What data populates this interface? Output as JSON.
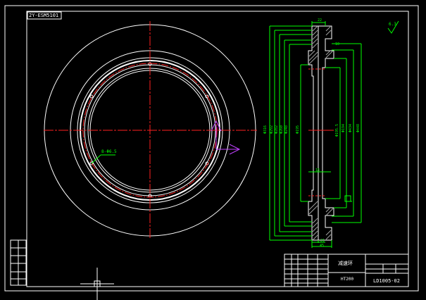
{
  "drawing": {
    "sheet_label": "2Y-ESM5101",
    "part_name": "减速环",
    "material": "HT200",
    "drawing_number": "LD1005-02",
    "roughness_symbol": "6.3",
    "hole_note": "8-Φ6.5"
  },
  "section_dimensions": {
    "left_diameters": [
      "Φ316",
      "Φ292",
      "Φ282",
      "Φ260",
      "Φ248",
      "Φ195"
    ],
    "right_diameters": [
      "Φ195.5",
      "Φ194",
      "Φ434",
      "Φ448"
    ],
    "top_labels": [
      "22",
      "10"
    ],
    "middle_label": "15",
    "bottom_labels": [
      "21",
      "45"
    ]
  },
  "colors": {
    "background": "#000000",
    "outline": "#ffffff",
    "center_line": "#ff2020",
    "dimension": "#00ff00",
    "hatch": "#a0a0a0",
    "ucs_icon": "#c040ff"
  }
}
